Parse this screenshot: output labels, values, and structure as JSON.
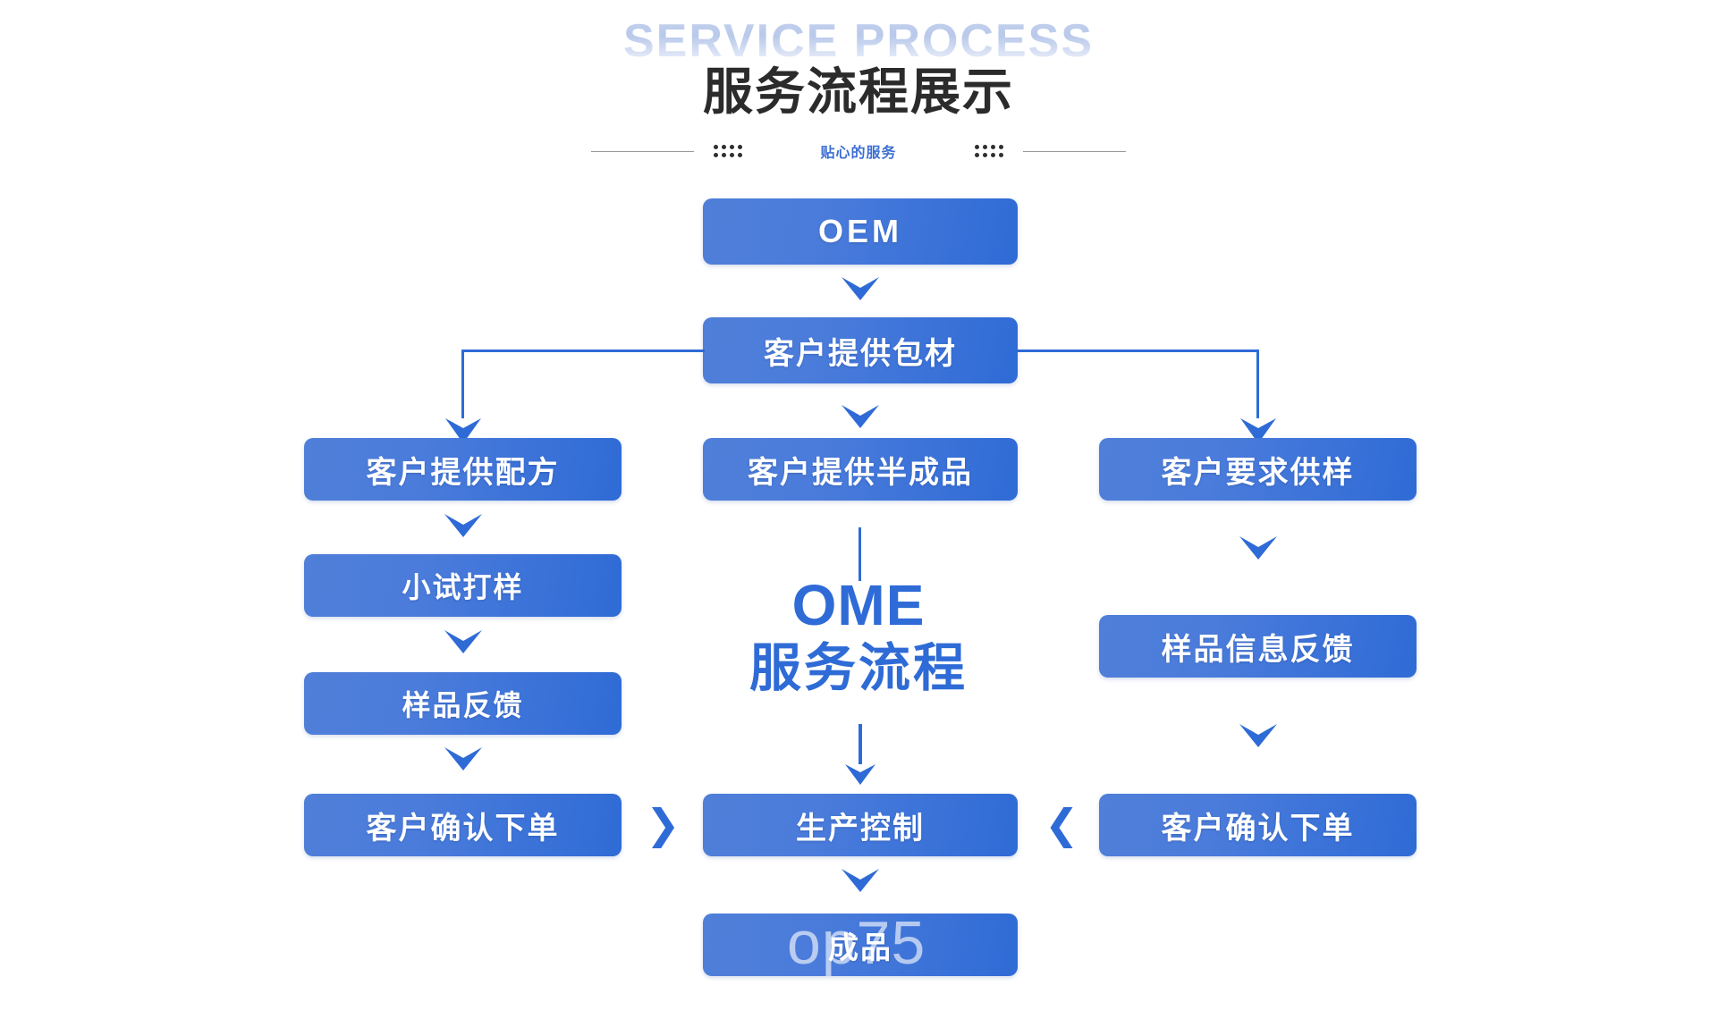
{
  "header": {
    "english_title": "SERVICE PROCESS",
    "chinese_title": "服务流程展示",
    "divider_label": "贴心的服务"
  },
  "center": {
    "label_en": "OME",
    "label_cn": "服务流程"
  },
  "watermark": {
    "text": "op75"
  },
  "colors": {
    "box_gradient_start": "#4f7fd8",
    "box_gradient_end": "#2f6bd6",
    "accent_blue": "#2f6bd6",
    "label_blue": "#3d6fd4",
    "title_dark": "#2b2b2b",
    "english_title_tint": "#b9c9ea",
    "page_background": "#ffffff",
    "box_text": "#ffffff"
  },
  "flow": {
    "top": {
      "oem": "OEM",
      "packaging": "客户提供包材"
    },
    "left_column": [
      {
        "label": "客户提供配方"
      },
      {
        "label": "小试打样"
      },
      {
        "label": "样品反馈"
      },
      {
        "label": "客户确认下单"
      }
    ],
    "center_column": [
      {
        "label": "客户提供半成品"
      },
      {
        "label": "生产控制"
      },
      {
        "label": "成品"
      }
    ],
    "right_column": [
      {
        "label": "客户要求供样"
      },
      {
        "label": "样品信息反馈"
      },
      {
        "label": "客户确认下单"
      }
    ]
  },
  "icons": {
    "chevron_right": "❯",
    "chevron_left": "❮"
  }
}
